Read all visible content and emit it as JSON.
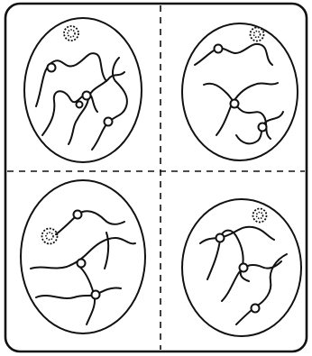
{
  "figure": {
    "colors": {
      "ink": "#111111",
      "background": "#ffffff"
    },
    "panels": [
      {
        "position": "top-left",
        "nucleus": "oval",
        "chromosome_count": 4,
        "nucleolus": true
      },
      {
        "position": "top-right",
        "nucleus": "oval",
        "chromosome_count": 4,
        "nucleolus": true
      },
      {
        "position": "bottom-left",
        "nucleus": "oval",
        "chromosome_count": 4,
        "nucleolus": true
      },
      {
        "position": "bottom-right",
        "nucleus": "oval",
        "chromosome_count": 4,
        "nucleolus": true
      }
    ]
  }
}
